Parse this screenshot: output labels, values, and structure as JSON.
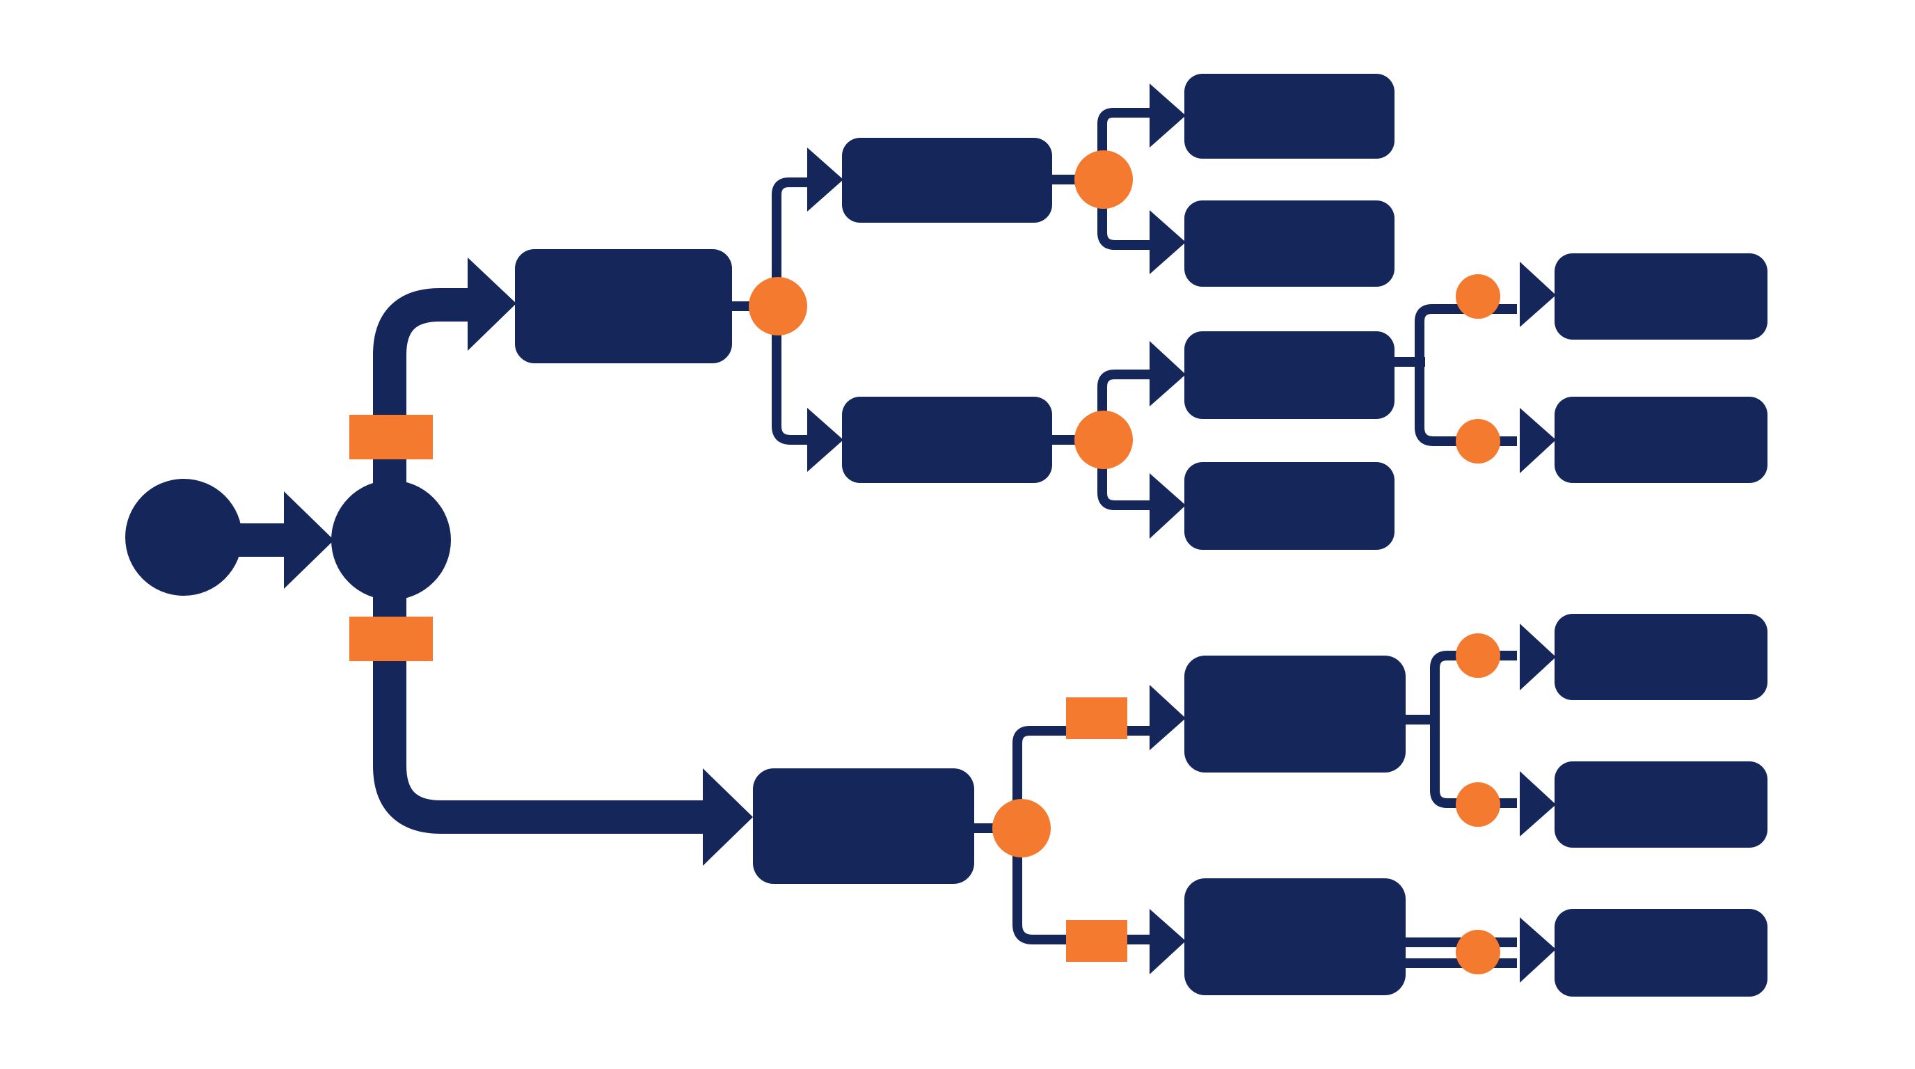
{
  "colors": {
    "navy": "#14265a",
    "orange": "#f47a30",
    "background": "#ffffff"
  },
  "nodes": [
    {
      "id": "start",
      "shape": "circle",
      "label": ""
    },
    {
      "id": "split",
      "shape": "circle",
      "label": ""
    },
    {
      "id": "b1",
      "shape": "box",
      "label": ""
    },
    {
      "id": "b1a",
      "shape": "box",
      "label": ""
    },
    {
      "id": "b1b",
      "shape": "box",
      "label": ""
    },
    {
      "id": "b1a-1",
      "shape": "box",
      "label": ""
    },
    {
      "id": "b1a-2",
      "shape": "box",
      "label": ""
    },
    {
      "id": "b1b-1",
      "shape": "box",
      "label": ""
    },
    {
      "id": "b1b-2",
      "shape": "box",
      "label": ""
    },
    {
      "id": "b1b-1-a",
      "shape": "box",
      "label": ""
    },
    {
      "id": "b1b-1-b",
      "shape": "box",
      "label": ""
    },
    {
      "id": "b2",
      "shape": "box",
      "label": ""
    },
    {
      "id": "b2a",
      "shape": "box",
      "label": ""
    },
    {
      "id": "b2b",
      "shape": "box",
      "label": ""
    },
    {
      "id": "b2a-1",
      "shape": "box",
      "label": ""
    },
    {
      "id": "b2a-2",
      "shape": "box",
      "label": ""
    },
    {
      "id": "b2b-1",
      "shape": "box",
      "label": ""
    }
  ]
}
